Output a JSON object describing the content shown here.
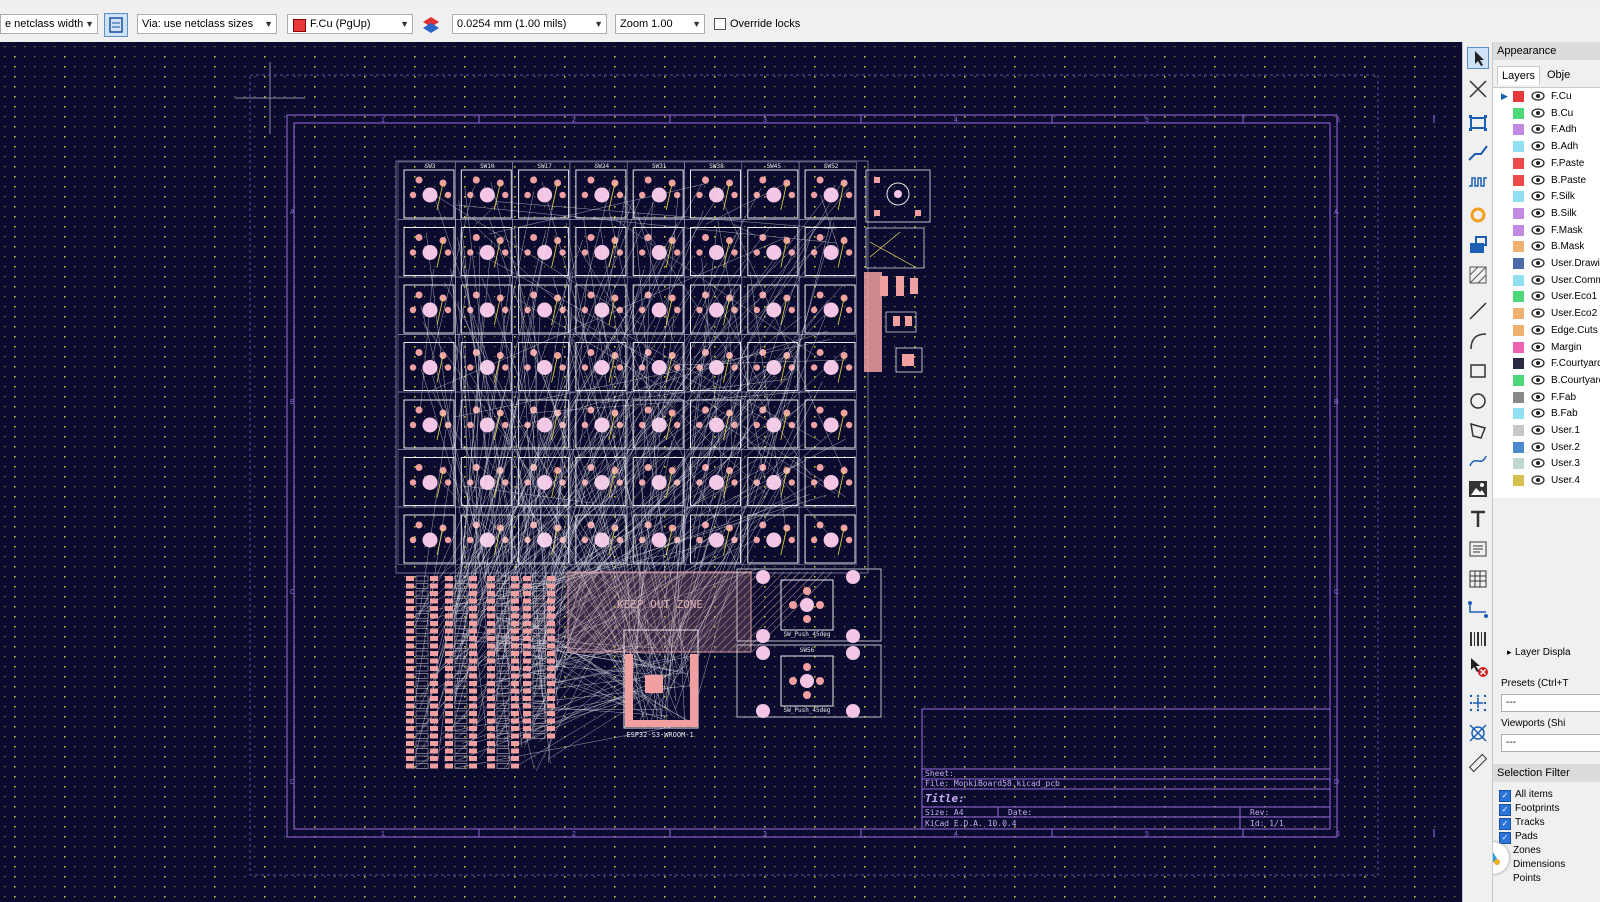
{
  "toolbar": {
    "track_width": "e netclass width",
    "via_size": "Via: use netclass sizes",
    "layer": "F.Cu (PgUp)",
    "layer_color": "#e83a3a",
    "grid": "0.0254 mm (1.00 mils)",
    "zoom": "Zoom 1.00",
    "override_locks": "Override locks"
  },
  "sheet": {
    "col_numbers": [
      "1",
      "2",
      "3",
      "4",
      "5",
      "6"
    ],
    "row_letters": [
      "A",
      "B",
      "C",
      "D"
    ],
    "title_block": {
      "sheet": "Sheet:",
      "file": "File: MonkiBoard58.kicad_pcb",
      "title": "Title:",
      "size": "Size: A4",
      "date": "Date:",
      "rev": "Rev:",
      "kicad": "KiCad E.D.A. 10.0.4",
      "id": "Id: 1/1"
    }
  },
  "board": {
    "keepout_label": "KEEP OUT ZONE",
    "mcu_label": "ESP32-S3-WROOM-1",
    "sw_push_label_1": "SW_Push_45deg",
    "sw_push_label_2": "SW_Push_45deg",
    "sw_label_top": "SW56",
    "top_key_labels": [
      "SW3",
      "SW10",
      "SW17",
      "SW24",
      "SW31",
      "SW38",
      "SW45",
      "SW52"
    ]
  },
  "appearance": {
    "title": "Appearance",
    "tabs": [
      "Layers",
      "Obje"
    ],
    "layers": [
      {
        "name": "F.Cu",
        "color": "#e83a3a"
      },
      {
        "name": "B.Cu",
        "color": "#4dd97a"
      },
      {
        "name": "F.Adh",
        "color": "#c28ae0"
      },
      {
        "name": "B.Adh",
        "color": "#8fe0f0"
      },
      {
        "name": "F.Paste",
        "color": "#e84a4a"
      },
      {
        "name": "B.Paste",
        "color": "#e84a4a"
      },
      {
        "name": "F.Silk",
        "color": "#8fe0f0"
      },
      {
        "name": "B.Silk",
        "color": "#c28ae0"
      },
      {
        "name": "F.Mask",
        "color": "#c28ae0"
      },
      {
        "name": "B.Mask",
        "color": "#f0b070"
      },
      {
        "name": "User.Drawings",
        "color": "#4a6aaa"
      },
      {
        "name": "User.Comments",
        "color": "#8fe0f0"
      },
      {
        "name": "User.Eco1",
        "color": "#4dd97a"
      },
      {
        "name": "User.Eco2",
        "color": "#f0b070"
      },
      {
        "name": "Edge.Cuts",
        "color": "#f0b070"
      },
      {
        "name": "Margin",
        "color": "#f060b0"
      },
      {
        "name": "F.Courtyard",
        "color": "#2a2a44"
      },
      {
        "name": "B.Courtyard",
        "color": "#4dd97a"
      },
      {
        "name": "F.Fab",
        "color": "#888888"
      },
      {
        "name": "B.Fab",
        "color": "#8fe0f0"
      },
      {
        "name": "User.1",
        "color": "#c8c8c8"
      },
      {
        "name": "User.2",
        "color": "#4a8ad0"
      },
      {
        "name": "User.3",
        "color": "#c0d8d0"
      },
      {
        "name": "User.4",
        "color": "#d8c050"
      }
    ],
    "layer_display": "Layer Displa",
    "presets_label": "Presets (Ctrl+T",
    "presets_value": "---",
    "viewports_label": "Viewports (Shi",
    "viewports_value": "---"
  },
  "selection_filter": {
    "title": "Selection Filter",
    "items": [
      {
        "label": "All items",
        "checked": true
      },
      {
        "label": "Footprints",
        "checked": true
      },
      {
        "label": "Tracks",
        "checked": true
      },
      {
        "label": "Pads",
        "checked": true
      },
      {
        "label": "Zones",
        "checked": false
      },
      {
        "label": "Dimensions",
        "checked": false
      },
      {
        "label": "Points",
        "checked": false
      }
    ]
  }
}
